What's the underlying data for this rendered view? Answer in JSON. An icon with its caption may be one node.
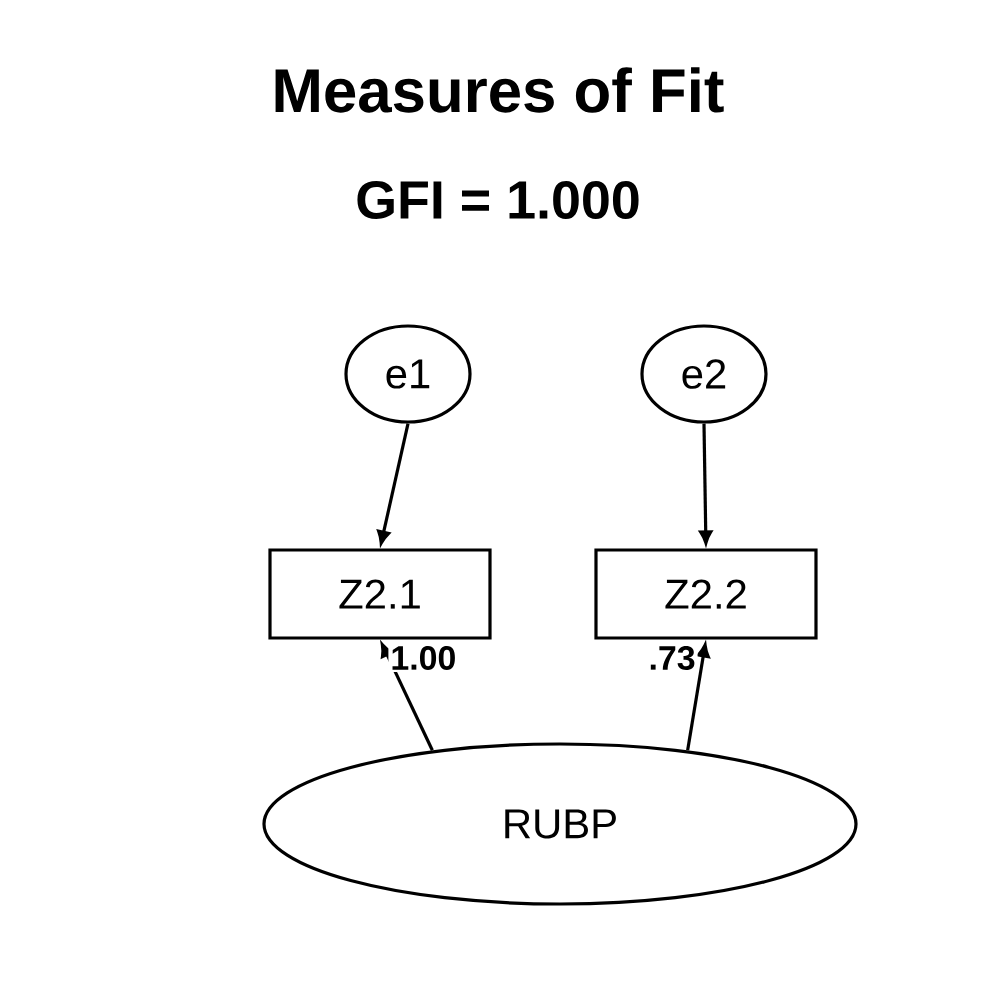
{
  "diagram": {
    "title": "Measures of Fit",
    "nodes": [
      {
        "text": [
          "e1"
        ]
      },
      {
        "text": [
          "e2"
        ]
      },
      {
        "text": [
          "Z2.1"
        ]
      },
      {
        "text": [
          "Z2.2"
        ]
      },
      {
        "text": [
          "RUBP"
        ]
      }
    ],
    "edges": [
      {
        "from": 0,
        "to": 2,
        "arrow": "to"
      },
      {
        "from": 1,
        "to": 3,
        "arrow": "to"
      },
      {
        "from": 4,
        "to": 2,
        "arrow": "to",
        "label": "1.00"
      },
      {
        "from": 4,
        "to": 3,
        "arrow": "to",
        "label": ".73"
      }
    ],
    "labels": [
      "GFI = 1.000"
    ]
  }
}
